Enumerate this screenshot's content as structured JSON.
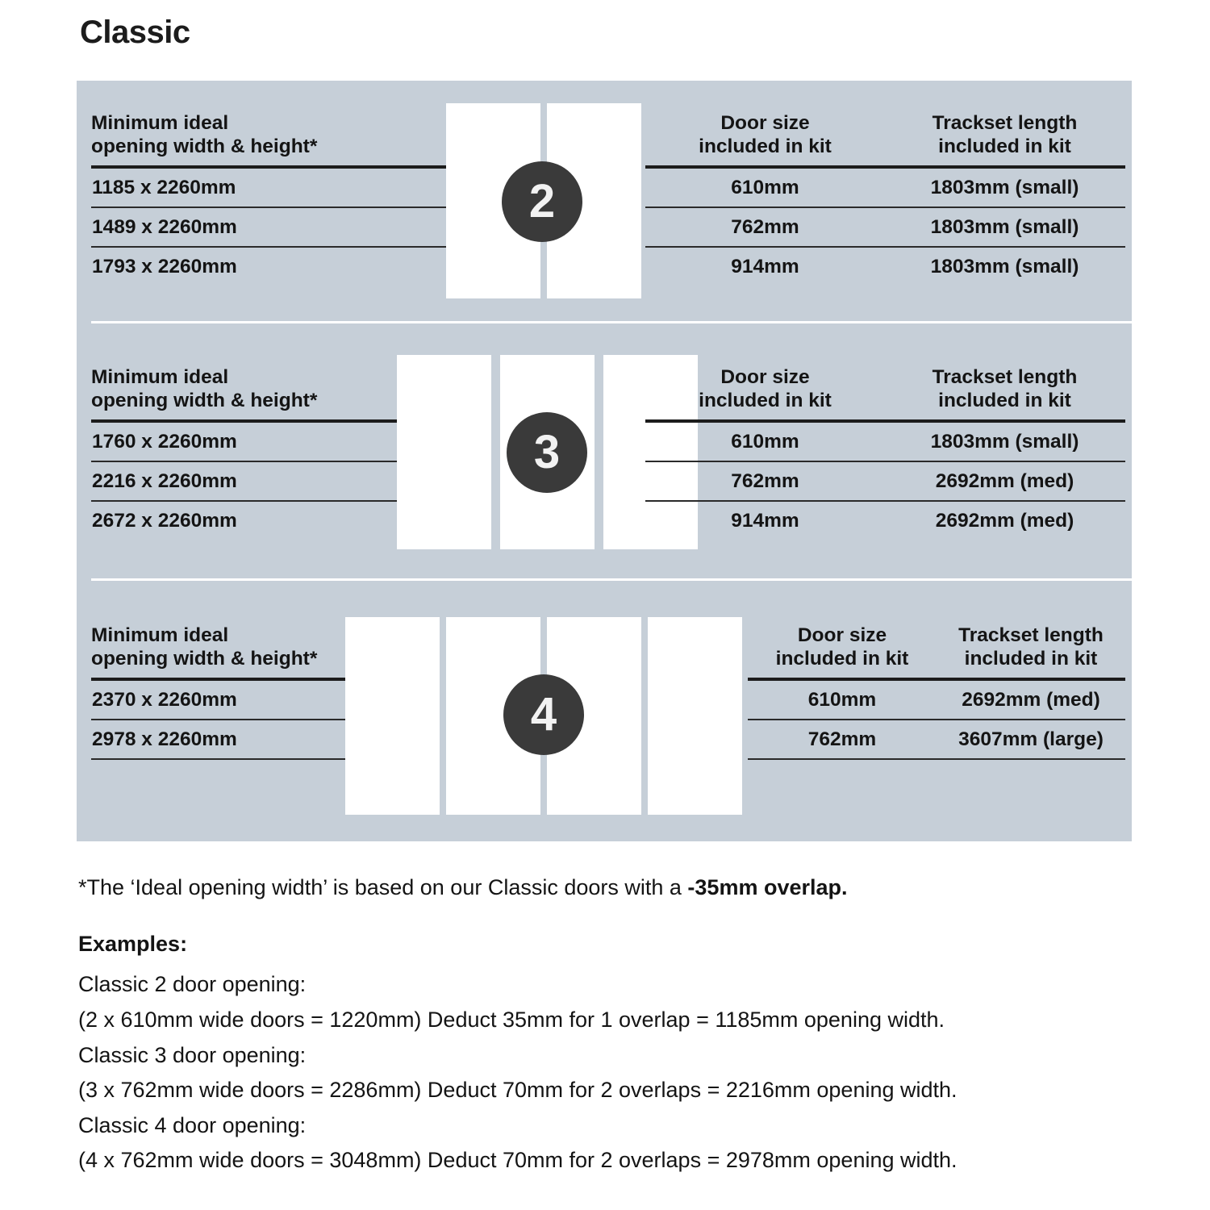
{
  "title": "Classic",
  "colors": {
    "panel_background": "#c6cfd8",
    "door_fill": "#ffffff",
    "badge_fill": "#3a3a3a",
    "rule": "#1c1c1c",
    "text": "#141414"
  },
  "sections": [
    {
      "badge": "2",
      "door_count": 2,
      "left_header": "Minimum ideal\nopening width & height*",
      "right_headers": [
        "Door size\nincluded in kit",
        "Trackset length\nincluded in kit"
      ],
      "rows": [
        {
          "opening": "1185 x 2260mm",
          "door_size": "610mm",
          "trackset": "1803mm (small)"
        },
        {
          "opening": "1489 x 2260mm",
          "door_size": "762mm",
          "trackset": "1803mm (small)"
        },
        {
          "opening": "1793 x 2260mm",
          "door_size": "914mm",
          "trackset": "1803mm (small)"
        }
      ]
    },
    {
      "badge": "3",
      "door_count": 3,
      "left_header": "Minimum ideal\nopening width & height*",
      "right_headers": [
        "Door size\nincluded in kit",
        "Trackset length\nincluded in kit"
      ],
      "rows": [
        {
          "opening": "1760 x 2260mm",
          "door_size": "610mm",
          "trackset": "1803mm (small)"
        },
        {
          "opening": "2216 x 2260mm",
          "door_size": "762mm",
          "trackset": "2692mm (med)"
        },
        {
          "opening": "2672 x 2260mm",
          "door_size": "914mm",
          "trackset": "2692mm (med)"
        }
      ]
    },
    {
      "badge": "4",
      "door_count": 4,
      "left_header": "Minimum ideal\nopening width & height*",
      "right_headers": [
        "Door size\nincluded in kit",
        "Trackset length\nincluded in kit"
      ],
      "rows": [
        {
          "opening": "2370 x 2260mm",
          "door_size": "610mm",
          "trackset": "2692mm (med)"
        },
        {
          "opening": "2978 x 2260mm",
          "door_size": "762mm",
          "trackset": "3607mm (large)"
        }
      ]
    }
  ],
  "footnote": {
    "normal": "*The ‘Ideal opening width’ is based on our Classic doors with a ",
    "bold": "-35mm overlap."
  },
  "examples": {
    "heading": "Examples:",
    "lines": [
      "Classic 2 door opening:",
      "(2 x 610mm wide doors = 1220mm)  Deduct 35mm for 1 overlap = 1185mm opening width.",
      "Classic 3 door opening:",
      "(3 x 762mm wide doors = 2286mm)  Deduct 70mm for 2 overlaps = 2216mm opening width.",
      "Classic 4 door opening:",
      "(4 x 762mm wide doors = 3048mm)  Deduct 70mm for 2 overlaps = 2978mm opening width."
    ]
  }
}
